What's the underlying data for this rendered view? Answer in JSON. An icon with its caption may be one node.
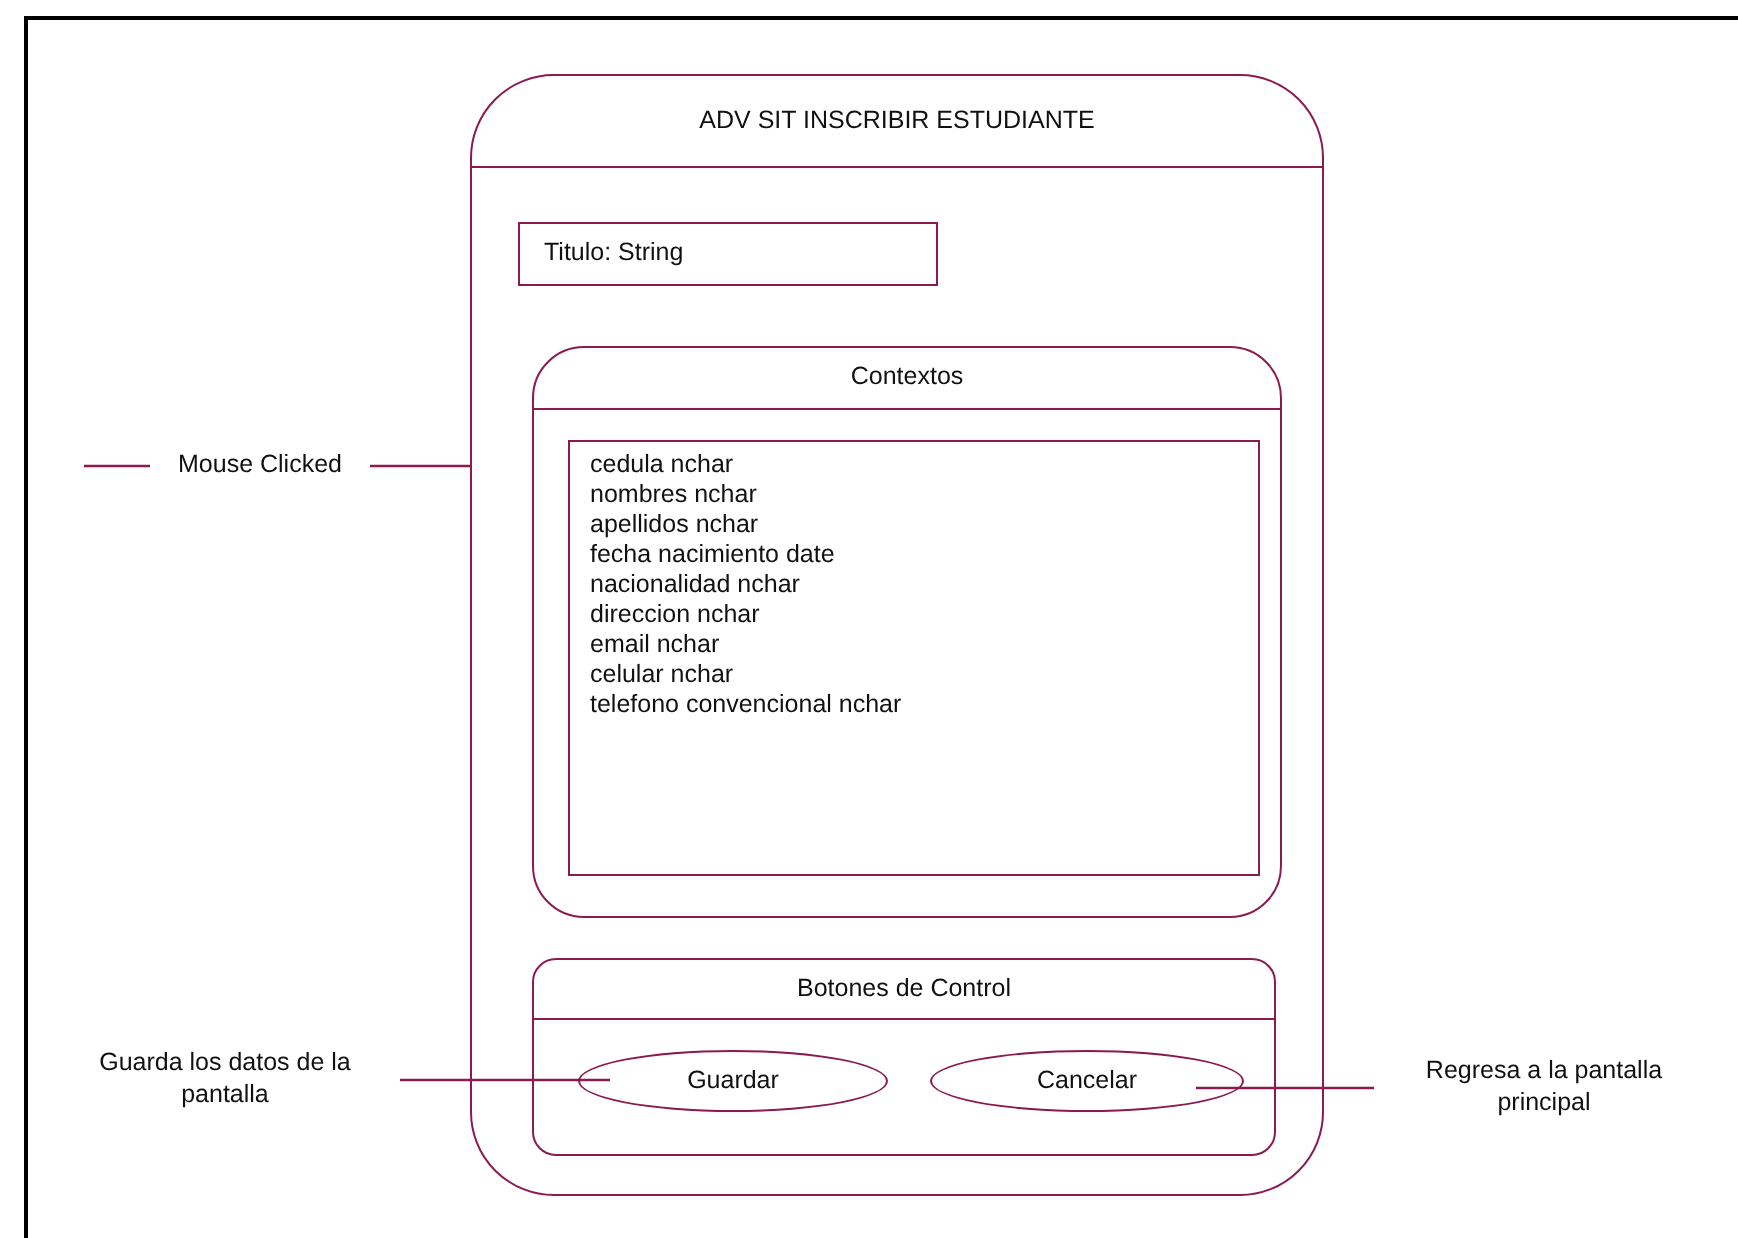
{
  "diagram": {
    "nodes": [
      {
        "text": [
          "ADV SIT INSCRIBIR ESTUDIANTE"
        ]
      },
      {
        "text": [
          "Titulo: String"
        ],
        "in": 0
      },
      {
        "text": [
          "Contextos"
        ],
        "in": 0
      },
      {
        "text": [
          "cedula nchar",
          "nombres nchar",
          "apellidos nchar",
          "fecha nacimiento date",
          "nacionalidad nchar",
          "direccion nchar",
          "email nchar",
          "celular nchar",
          "telefono convencional nchar"
        ],
        "in": 2
      },
      {
        "text": [
          "Botones de Control"
        ],
        "in": 0
      },
      {
        "text": [
          "Guardar"
        ],
        "in": 4
      },
      {
        "text": [
          "Cancelar"
        ],
        "in": 4
      },
      {
        "text": [
          "Mouse Clicked"
        ]
      },
      {
        "text": [
          "Guarda los datos de la pantalla"
        ]
      },
      {
        "text": [
          "Regresa a la pantalla principal"
        ]
      }
    ],
    "edges": [
      {
        "from": 7,
        "to": null,
        "arrow": "none"
      },
      {
        "from": 7,
        "to": 0,
        "arrow": "none"
      },
      {
        "from": 8,
        "to": 5,
        "arrow": "none"
      },
      {
        "from": 9,
        "to": 6,
        "arrow": "none"
      }
    ]
  }
}
